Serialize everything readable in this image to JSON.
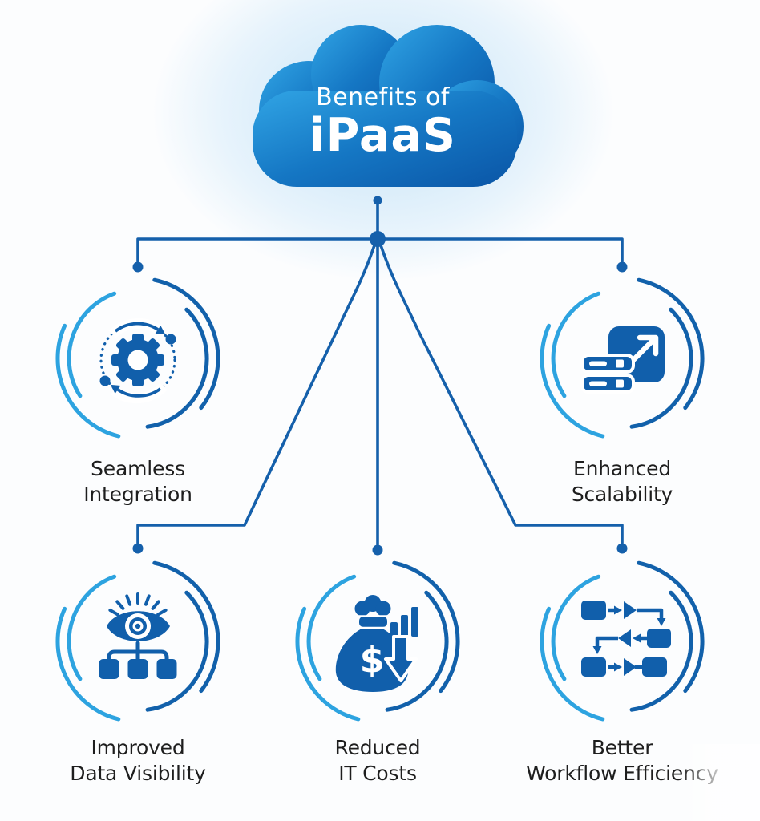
{
  "title": {
    "line1": "Benefits of",
    "line2": "iPaaS"
  },
  "benefits": [
    {
      "id": "seamless-integration",
      "label_line1": "Seamless",
      "label_line2": "Integration",
      "icon": "sync-gear-icon"
    },
    {
      "id": "enhanced-scalability",
      "label_line1": "Enhanced",
      "label_line2": "Scalability",
      "icon": "server-expand-icon"
    },
    {
      "id": "improved-data-visibility",
      "label_line1": "Improved",
      "label_line2": "Data Visibility",
      "icon": "eye-network-icon"
    },
    {
      "id": "reduced-it-costs",
      "label_line1": "Reduced",
      "label_line2": "IT Costs",
      "icon": "money-bag-down-arrow-icon"
    },
    {
      "id": "better-workflow-efficiency",
      "label_line1": "Better",
      "label_line2": "Workflow Efficiency",
      "icon": "flowchart-icon"
    }
  ],
  "colors": {
    "cloud_gradient_start": "#31a5e5",
    "cloud_gradient_mid": "#1577c4",
    "cloud_gradient_end": "#0a55a6",
    "connector_line": "#1560ab",
    "icon_blue": "#115fab",
    "ring_arc_dark": "#1261ab",
    "ring_arc_light": "#2da3e0",
    "title_text": "#ffffff",
    "label_text": "#1e1e1e"
  }
}
